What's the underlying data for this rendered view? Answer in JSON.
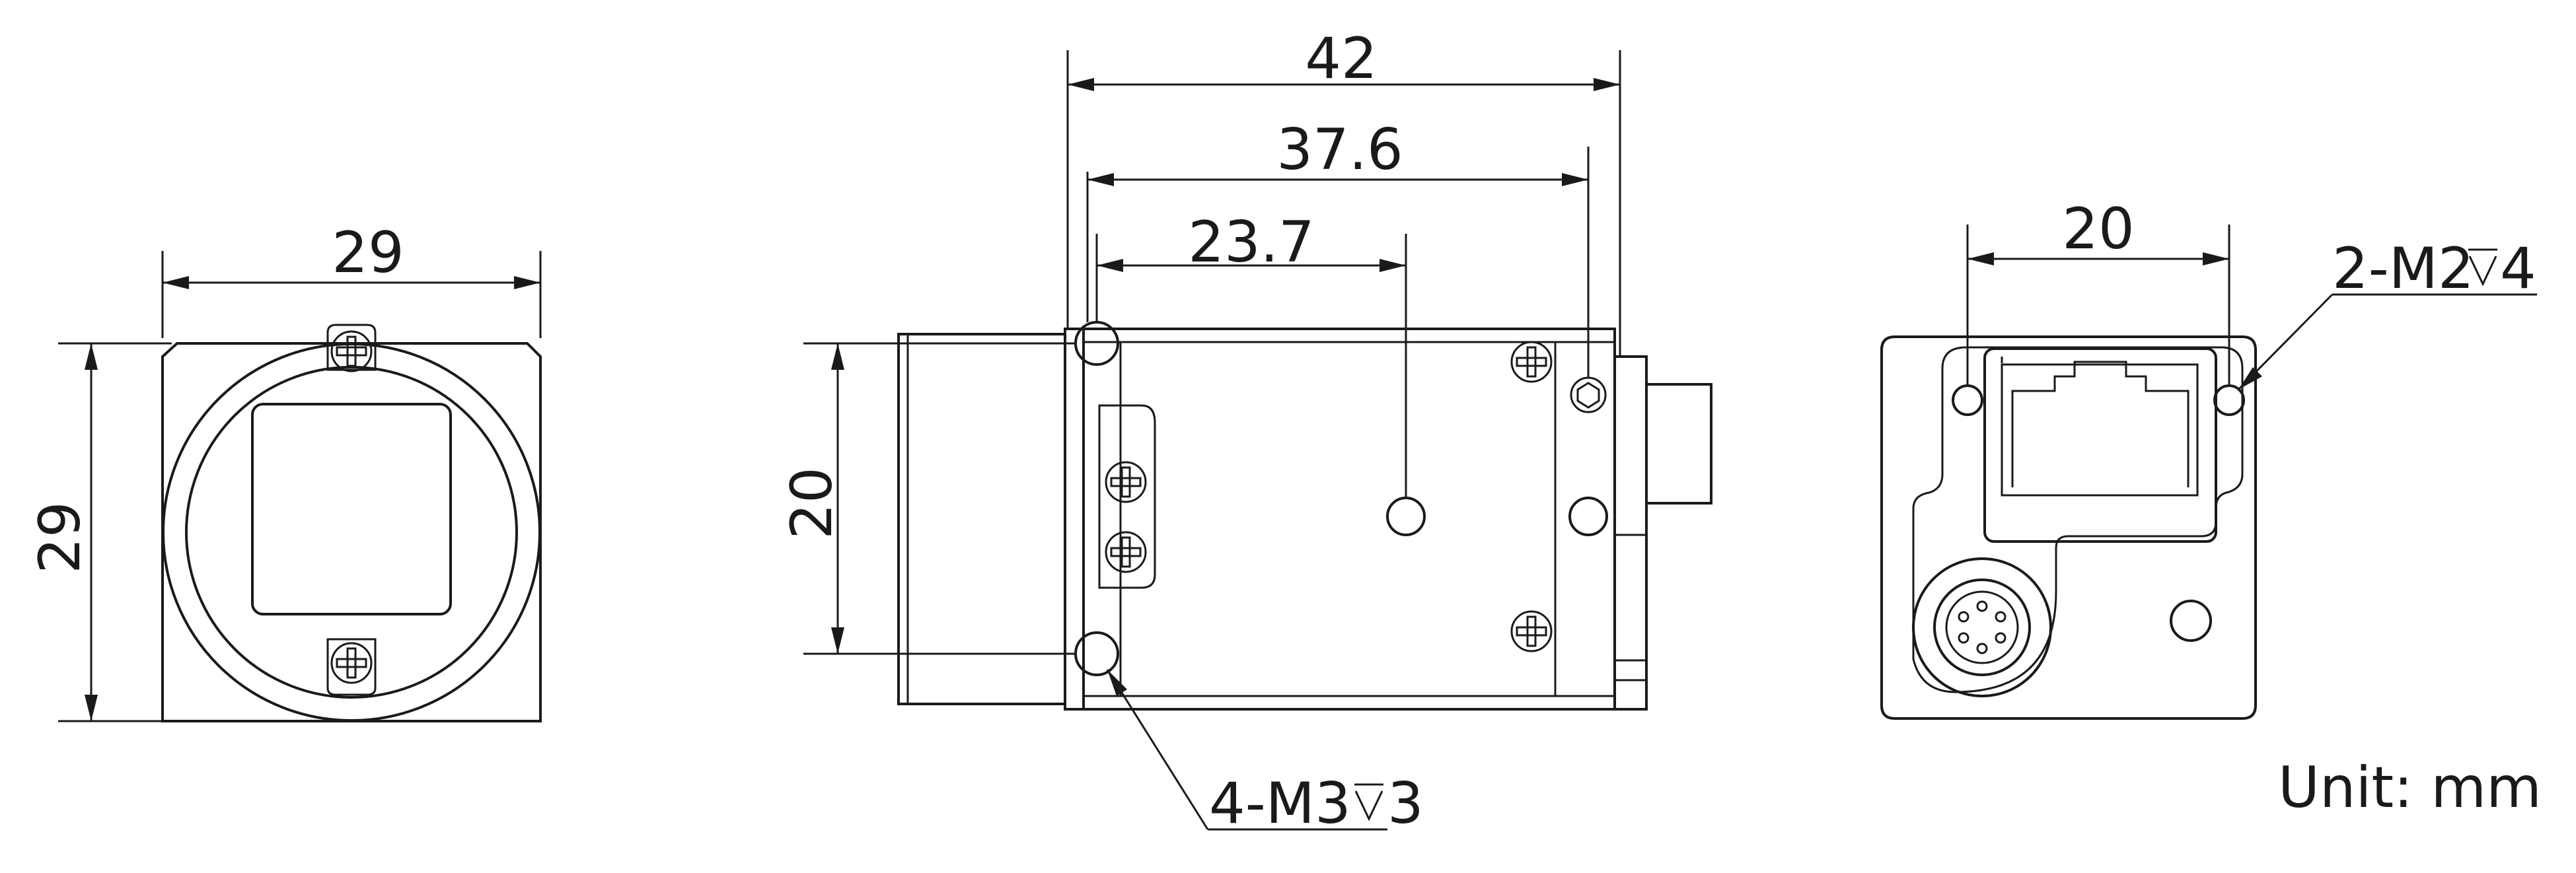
{
  "front_view": {
    "width_dim": "29",
    "height_dim": "29"
  },
  "side_view": {
    "dim_overall": "42",
    "dim_rear_holes": "37.6",
    "dim_center_hole": "23.7",
    "dim_hole_spacing": "20",
    "callout": "4-M3",
    "callout_depth": "3"
  },
  "rear_view": {
    "dim_hole_spacing": "20",
    "callout": "2-M2",
    "callout_depth": "4"
  },
  "unit_label": "Unit: mm"
}
